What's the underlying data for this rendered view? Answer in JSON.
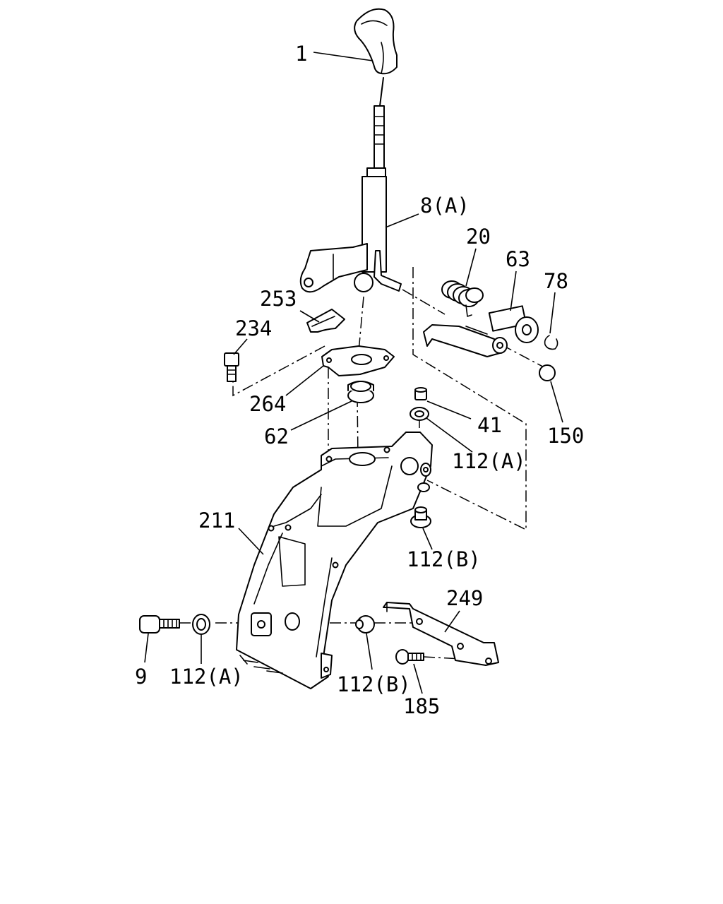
{
  "labels": {
    "p1": "1",
    "p8a": "8(A)",
    "p20": "20",
    "p63": "63",
    "p78": "78",
    "p253": "253",
    "p234": "234",
    "p264": "264",
    "p62": "62",
    "p41": "41",
    "p112a_top": "112(A)",
    "p150": "150",
    "p211": "211",
    "p112b_mid": "112(B)",
    "p249": "249",
    "p9": "9",
    "p112a_bot": "112(A)",
    "p112b_bot": "112(B)",
    "p185": "185"
  }
}
